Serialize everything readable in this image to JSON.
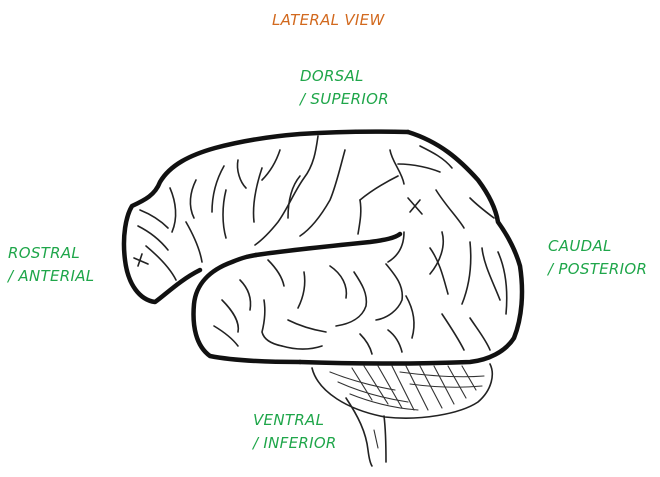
{
  "title": "LATERAL VIEW",
  "labels": {
    "dorsal": {
      "line1": "DORSAL",
      "line2": "/ SUPERIOR"
    },
    "rostral": {
      "line1": "ROSTRAL",
      "line2": "/ ANTERIAL"
    },
    "caudal": {
      "line1": "CAUDAL",
      "line2": "/ POSTERIOR"
    },
    "ventral": {
      "line1": "VENTRAL",
      "line2": "/ INFERIOR"
    }
  },
  "colors": {
    "title": "#d2691e",
    "direction_label": "#1fa64a",
    "line": "#111111",
    "background": "#ffffff"
  }
}
